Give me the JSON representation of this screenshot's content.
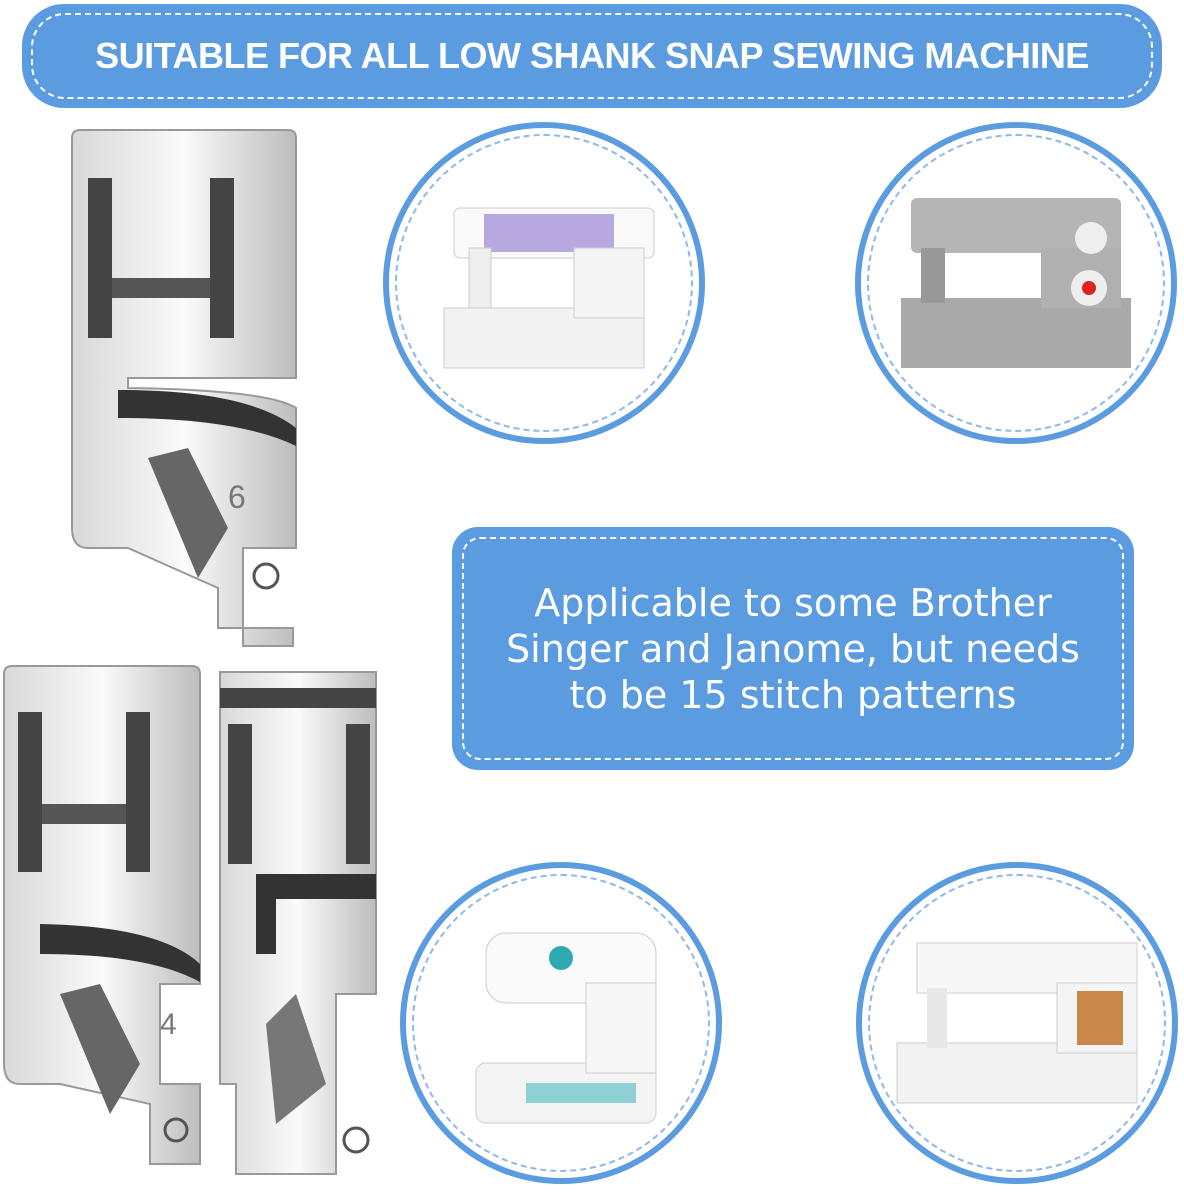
{
  "header": {
    "title": "SUITABLE FOR ALL LOW SHANK SNAP SEWING MACHINE"
  },
  "note": {
    "lines": [
      "Applicable to some Brother",
      "Singer and Janome, but needs",
      "to be 15 stitch patterns"
    ]
  },
  "feet": [
    {
      "number": "6"
    },
    {
      "number": "4"
    },
    {
      "number": ""
    }
  ],
  "colors": {
    "accent": "#5b9be0"
  }
}
